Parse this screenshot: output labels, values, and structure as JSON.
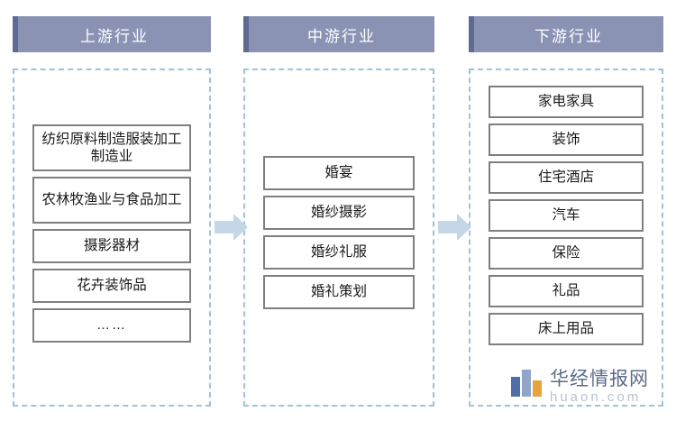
{
  "columns": [
    {
      "key": "upstream",
      "header": "上游行业",
      "items": [
        "纺织原料制造服装加工制造业",
        "农林牧渔业与食品加工",
        "摄影器材",
        "花卉装饰品",
        "……"
      ]
    },
    {
      "key": "midstream",
      "header": "中游行业",
      "items": [
        "婚宴",
        "婚纱摄影",
        "婚纱礼服",
        "婚礼策划"
      ]
    },
    {
      "key": "downstream",
      "header": "下游行业",
      "items": [
        "家电家具",
        "装饰",
        "住宅酒店",
        "汽车",
        "保险",
        "礼品",
        "床上用品"
      ]
    }
  ],
  "arrows": [
    {
      "name": "arrow-upstream-to-midstream"
    },
    {
      "name": "arrow-midstream-to-downstream"
    }
  ],
  "watermark": {
    "title": "华经情报网",
    "subtitle": "huaon.com"
  },
  "colors": {
    "header_fill": "#8a93b4",
    "header_accent": "#5d6a93",
    "dashed_border": "#9fc3da",
    "item_border": "#7f7f7f",
    "arrow_fill": "#c5d6e8",
    "watermark_text": "#5e6c8a"
  }
}
